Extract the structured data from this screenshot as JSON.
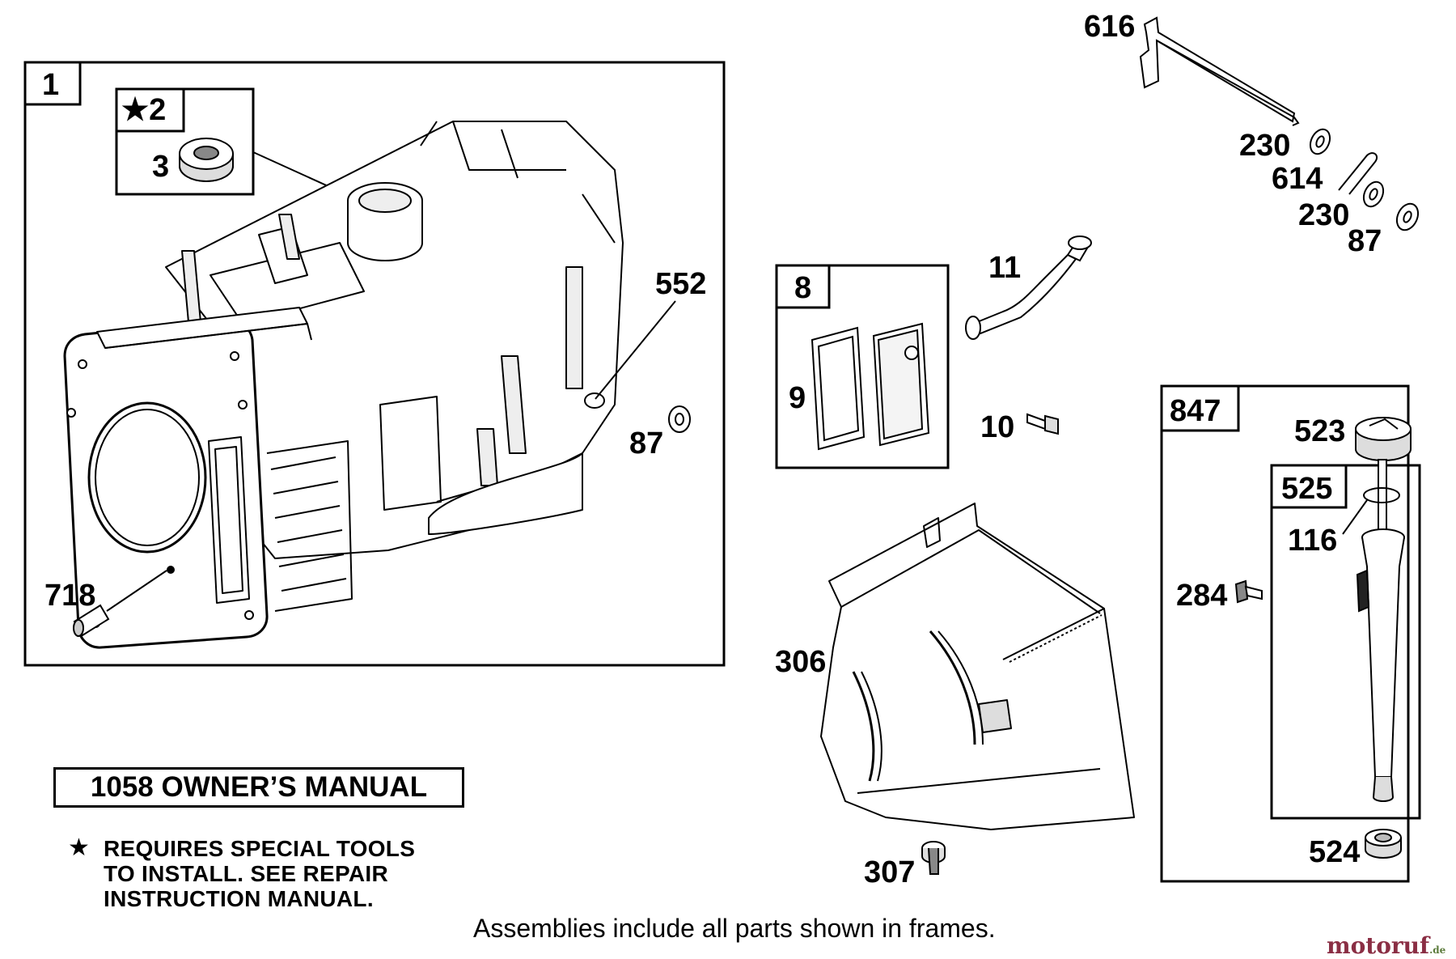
{
  "labels": {
    "frame_1": "1",
    "frame_2": "★2",
    "part_3": "3",
    "part_552": "552",
    "part_87a": "87",
    "part_718": "718",
    "frame_8": "8",
    "part_9": "9",
    "part_11": "11",
    "part_10": "10",
    "part_616": "616",
    "part_230a": "230",
    "part_614": "614",
    "part_230b": "230",
    "part_87b": "87",
    "frame_847": "847",
    "part_523": "523",
    "frame_525": "525",
    "part_116": "116",
    "part_284": "284",
    "part_524": "524",
    "part_306": "306",
    "part_307": "307"
  },
  "manual_box": "1058 OWNER’S MANUAL",
  "notes": {
    "star": "★",
    "line1": "REQUIRES SPECIAL TOOLS",
    "line2": "TO INSTALL.  SEE REPAIR",
    "line3": "INSTRUCTION MANUAL."
  },
  "footer": "Assemblies include all parts shown in frames.",
  "watermark": {
    "text": "motoruf",
    "suffix": ".de",
    "color": "#8a2e44"
  }
}
